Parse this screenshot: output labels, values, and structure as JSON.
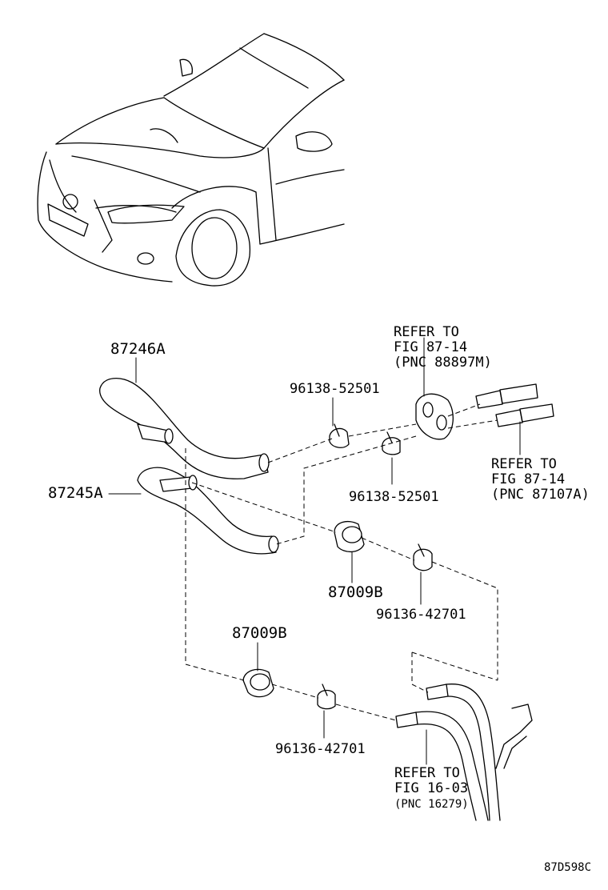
{
  "labels": {
    "hose_upper": "87246A",
    "hose_lower": "87245A",
    "clamp_top": "96138-52501",
    "clamp_mid": "96138-52501",
    "clamp_right": "96136-42701",
    "clamp_bottom": "96136-42701",
    "valve_mid": "87009B",
    "valve_bottom": "87009B",
    "ref1": [
      "REFER TO",
      "FIG 87-14",
      "(PNC 88897M)"
    ],
    "ref2": [
      "REFER TO",
      "FIG 87-14",
      "(PNC 87107A)"
    ],
    "ref3": [
      "REFER TO",
      "FIG 16-03",
      "(PNC 16279)"
    ],
    "diagram_id": "87D598C"
  }
}
